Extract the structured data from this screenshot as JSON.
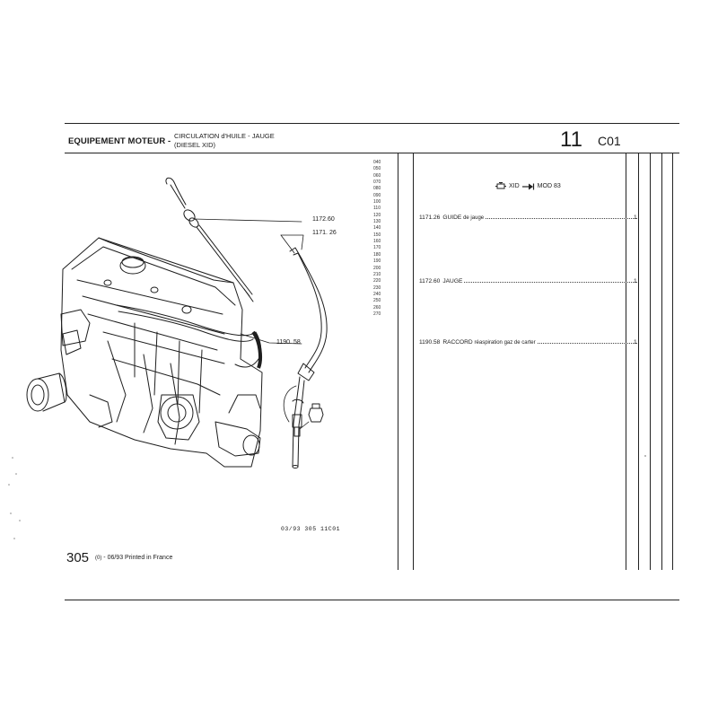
{
  "header": {
    "section": "EQUIPEMENT MOTEUR -",
    "subtitle_line1": "CIRCULATION d'HUILE - JAUGE",
    "subtitle_line2": "(DIESEL XID)",
    "group_number": "11",
    "plate_code": "C01"
  },
  "reference_column": [
    "040",
    "050",
    "060",
    "070",
    "080",
    "090",
    "100",
    "110",
    "120",
    "130",
    "140",
    "150",
    "160",
    "170",
    "180",
    "190",
    "200",
    "210",
    "220",
    "230",
    "240",
    "250",
    "260",
    "270"
  ],
  "variant": {
    "engine": "XID",
    "model_limit": "MOD 83"
  },
  "parts": [
    {
      "number": "1171.26",
      "name": "GUIDE",
      "detail": "de jauge",
      "qty": "1"
    },
    {
      "number": "1172.60",
      "name": "JAUGE",
      "detail": "",
      "qty": "1"
    },
    {
      "number": "1190.58",
      "name": "RACCORD",
      "detail": "réaspiration gaz de carter",
      "qty": "1"
    }
  ],
  "callouts": {
    "dipstick": "1172.60",
    "guide": "1171. 26",
    "fitting": "1190. 58"
  },
  "footer": {
    "drawing_code": "03/93 305 11C01",
    "model": "305",
    "print_variant": "(0)",
    "print_info": "- 06/93 Printed in France"
  },
  "icons": {
    "engine_symbol": "engine-outline-icon",
    "limit_symbol": "arrow-to-bar-icon"
  }
}
